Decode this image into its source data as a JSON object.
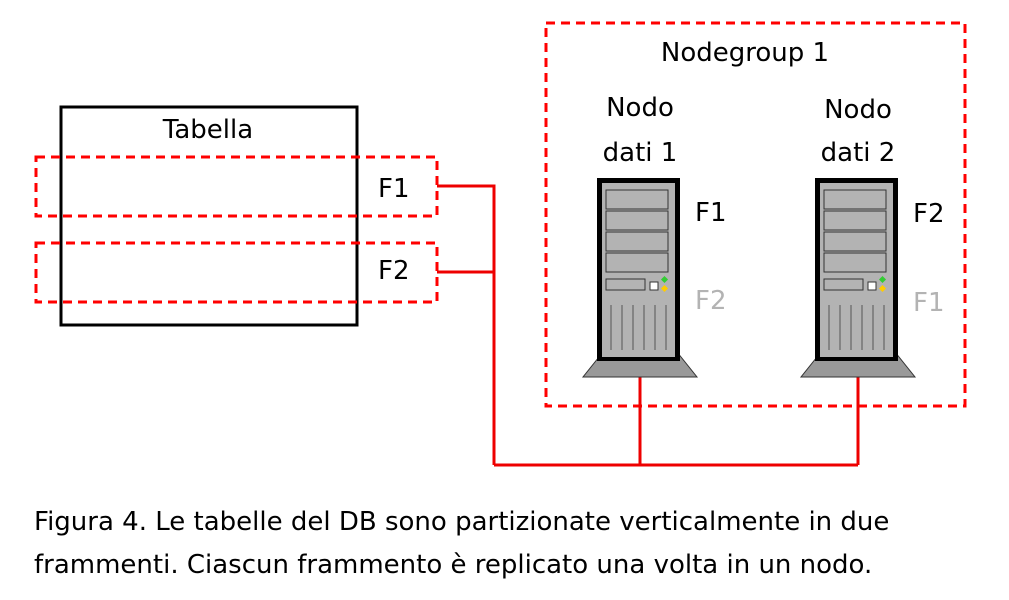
{
  "diagram": {
    "nodegroup_label": "Nodegroup 1",
    "table_label": "Tabella",
    "fragments": [
      {
        "label": "F1"
      },
      {
        "label": "F2"
      }
    ],
    "nodes": [
      {
        "name_line1": "Nodo",
        "name_line2": "dati 1",
        "primary_fragment": "F1",
        "replica_fragment": "F2"
      },
      {
        "name_line1": "Nodo",
        "name_line2": "dati 2",
        "primary_fragment": "F2",
        "replica_fragment": "F1"
      }
    ],
    "colors": {
      "dashed_red": "#ff0000",
      "connection_red": "#ee0000",
      "replica_text": "#b3b3b3",
      "server_body": "#b3b3b3",
      "server_frame": "#000000"
    }
  },
  "caption": {
    "line1": "Figura 4. Le tabelle del DB sono partizionate verticalmente in due",
    "line2": "frammenti. Ciascun frammento è replicato una volta in un nodo."
  }
}
